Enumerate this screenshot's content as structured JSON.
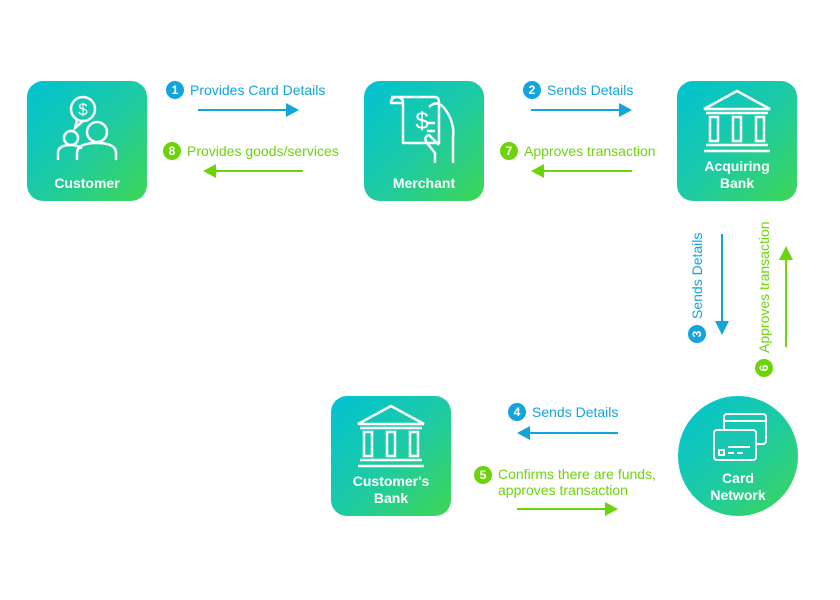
{
  "nodes": {
    "customer": "Customer",
    "merchant": "Merchant",
    "acquiring_bank": [
      "Acquiring",
      "Bank"
    ],
    "customers_bank": [
      "Customer's",
      "Bank"
    ],
    "card_network": [
      "Card",
      "Network"
    ]
  },
  "steps": [
    {
      "n": "1",
      "text": "Provides Card Details"
    },
    {
      "n": "2",
      "text": "Sends Details"
    },
    {
      "n": "3",
      "text": "Sends Details"
    },
    {
      "n": "4",
      "text": "Sends Details"
    },
    {
      "n": "5",
      "text": [
        "Confirms there are funds,",
        "approves transaction"
      ]
    },
    {
      "n": "6",
      "text": "Approves transaction"
    },
    {
      "n": "7",
      "text": "Approves transaction"
    },
    {
      "n": "8",
      "text": "Provides goods/services"
    }
  ],
  "colors": {
    "blue": "#13a4dc",
    "green": "#6dd40c"
  }
}
